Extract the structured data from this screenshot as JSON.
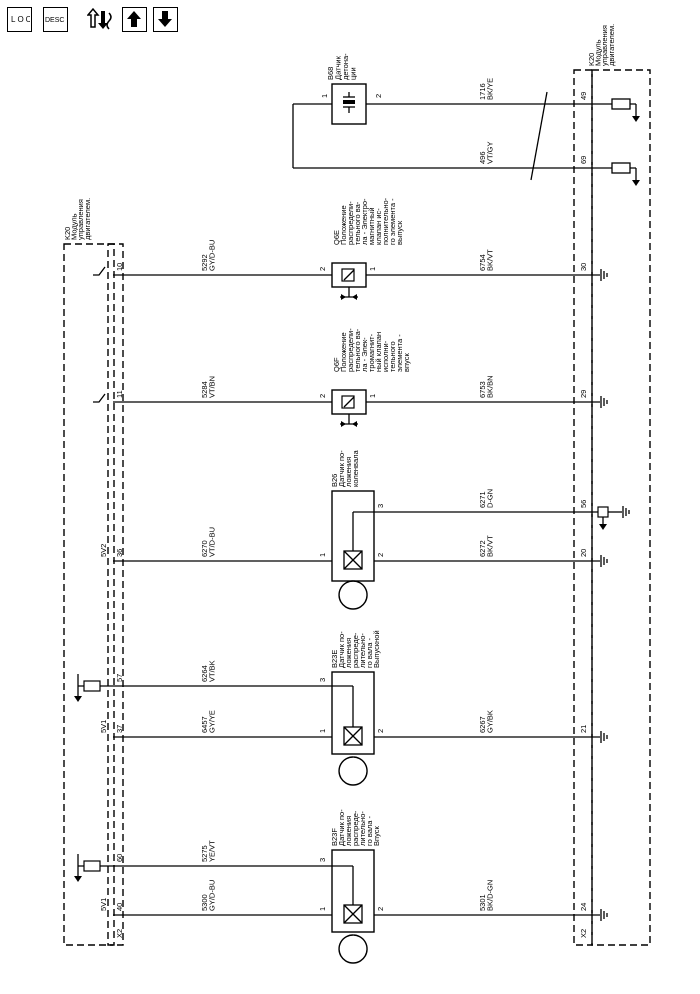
{
  "toolbar": {
    "buttons": [
      {
        "name": "locator-view-button",
        "label": "LOC",
        "icon": "locator-icon"
      },
      {
        "name": "description-view-button",
        "label": "DESC",
        "icon": "description-icon"
      },
      {
        "name": "connector-view-button",
        "label": "",
        "icon": "connector-swap-icon"
      },
      {
        "name": "scroll-up-button",
        "label": "",
        "icon": "arrow-up-icon"
      },
      {
        "name": "scroll-down-button",
        "label": "",
        "icon": "arrow-down-icon"
      }
    ]
  },
  "modules": {
    "left": {
      "lines": [
        "K20",
        "Модуль",
        "управления",
        "двигателем."
      ],
      "connector": "X2"
    },
    "right": {
      "lines": [
        "K20",
        "Модуль",
        "управления",
        "двигателем."
      ],
      "connector": "X2"
    }
  },
  "knock_sensor": {
    "lines": [
      "B68",
      "Датчик",
      "детона-",
      "ции"
    ],
    "pin_left": "1",
    "pin_right": "2",
    "wires": [
      {
        "circuit": "1716",
        "color": "BK/YE",
        "pin": "49"
      },
      {
        "circuit": "496",
        "color": "VT/GY",
        "pin": "69"
      }
    ]
  },
  "valves": [
    {
      "lines": [
        "Q6E",
        "Положение",
        "распредели-",
        "тельного ва-",
        "ла - Электро-",
        "магнитный",
        "клапан ис-",
        "полнительно-",
        "го элемента -",
        "выпуск"
      ],
      "left": {
        "pin": "10",
        "circuit": "5292",
        "color": "GY/D-BU"
      },
      "right": {
        "pin": "30",
        "circuit": "6754",
        "color": "BK/VT"
      },
      "pin_l": "2",
      "pin_r": "1"
    },
    {
      "lines": [
        "Q6F",
        "Положение",
        "распредели-",
        "тельного ва-",
        "ла - Элек-",
        "тромагнит-",
        "ный клапан",
        "исполни-",
        "тельного",
        "элемента -",
        "впуск"
      ],
      "left": {
        "pin": "11",
        "circuit": "5284",
        "color": "VT/BN"
      },
      "right": {
        "pin": "29",
        "circuit": "6753",
        "color": "BK/BN"
      },
      "pin_l": "2",
      "pin_r": "1"
    }
  ],
  "sensors": [
    {
      "lines": [
        "B26",
        "Датчик по-",
        "ложения",
        "коленвала"
      ],
      "top": {
        "pin": "",
        "circuit": "6271",
        "color": "D-GN",
        "rpin": "56",
        "spin": "3"
      },
      "mid": {
        "lpin": "36",
        "circuit_l": "6270",
        "color_l": "VT/D-BU",
        "rpin": "20",
        "circuit_r": "6272",
        "color_r": "BK/VT",
        "spin_l": "1",
        "spin_r": "2"
      },
      "ref": "5V2"
    },
    {
      "lines": [
        "B23E",
        "Датчик по-",
        "ложения",
        "распреде-",
        "лительно-",
        "го вала -",
        "Выпускной"
      ],
      "top": {
        "lpin": "57",
        "circuit": "6264",
        "color": "VT/BK",
        "spin": "3"
      },
      "mid": {
        "lpin": "37",
        "circuit_l": "6457",
        "color_l": "GY/YE",
        "rpin": "21",
        "circuit_r": "6267",
        "color_r": "GY/BK",
        "spin_l": "1",
        "spin_r": "2"
      },
      "ref": "5V1"
    },
    {
      "lines": [
        "B23F",
        "Датчик по-",
        "ложения",
        "распреде-",
        "лительно-",
        "го вала -",
        "Впуск"
      ],
      "top": {
        "lpin": "60",
        "circuit": "5275",
        "color": "YE/VT",
        "spin": "3"
      },
      "mid": {
        "lpin": "40",
        "circuit_l": "5300",
        "color_l": "GY/D-BU",
        "rpin": "24",
        "circuit_r": "5301",
        "color_r": "BK/D-GN",
        "spin_l": "1",
        "spin_r": "2"
      },
      "ref": "5V1"
    }
  ]
}
